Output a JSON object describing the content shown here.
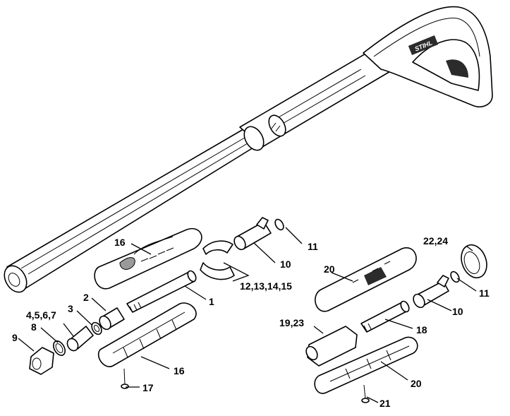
{
  "brand_mark": "STIHL",
  "labels": {
    "p1": "1",
    "p2": "2",
    "p3": "3",
    "p4_7": "4,5,6,7",
    "p8": "8",
    "p9": "9",
    "p10a": "10",
    "p10b": "10",
    "p11a": "11",
    "p11b": "11",
    "p12_15": "12,13,14,15",
    "p16a": "16",
    "p16b": "16",
    "p17": "17",
    "p18": "18",
    "p19_23": "19,23",
    "p20a": "20",
    "p20b": "20",
    "p21": "21",
    "p22_24": "22,24"
  }
}
